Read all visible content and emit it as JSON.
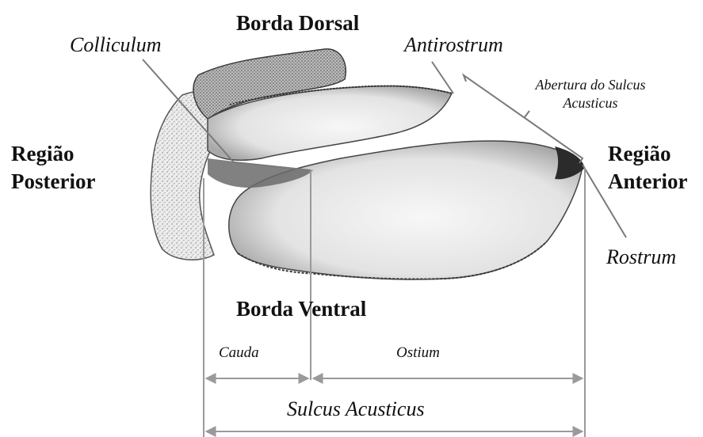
{
  "colors": {
    "leader_line": "#7a7a7a",
    "arrow": "#9a9a9a",
    "otolith_fill": "#e9e9e9",
    "otolith_shade": "#b8b8b8",
    "otolith_dark": "#3a3a3a",
    "text": "#111111"
  },
  "labels": {
    "borda_dorsal": "Borda Dorsal",
    "borda_ventral": "Borda Ventral",
    "colliculum": "Colliculum",
    "antirostrum": "Antirostrum",
    "abertura_line1": "Abertura do Sulcus",
    "abertura_line2": "Acusticus",
    "regiao_posterior_line1": "Região",
    "regiao_posterior_line2": "Posterior",
    "regiao_anterior_line1": "Região",
    "regiao_anterior_line2": "Anterior",
    "rostrum": "Rostrum",
    "cauda": "Cauda",
    "ostium": "Ostium",
    "sulcus_acusticus": "Sulcus Acusticus"
  },
  "illustration": {
    "subject": "otolith",
    "style": "stippled engraving"
  }
}
